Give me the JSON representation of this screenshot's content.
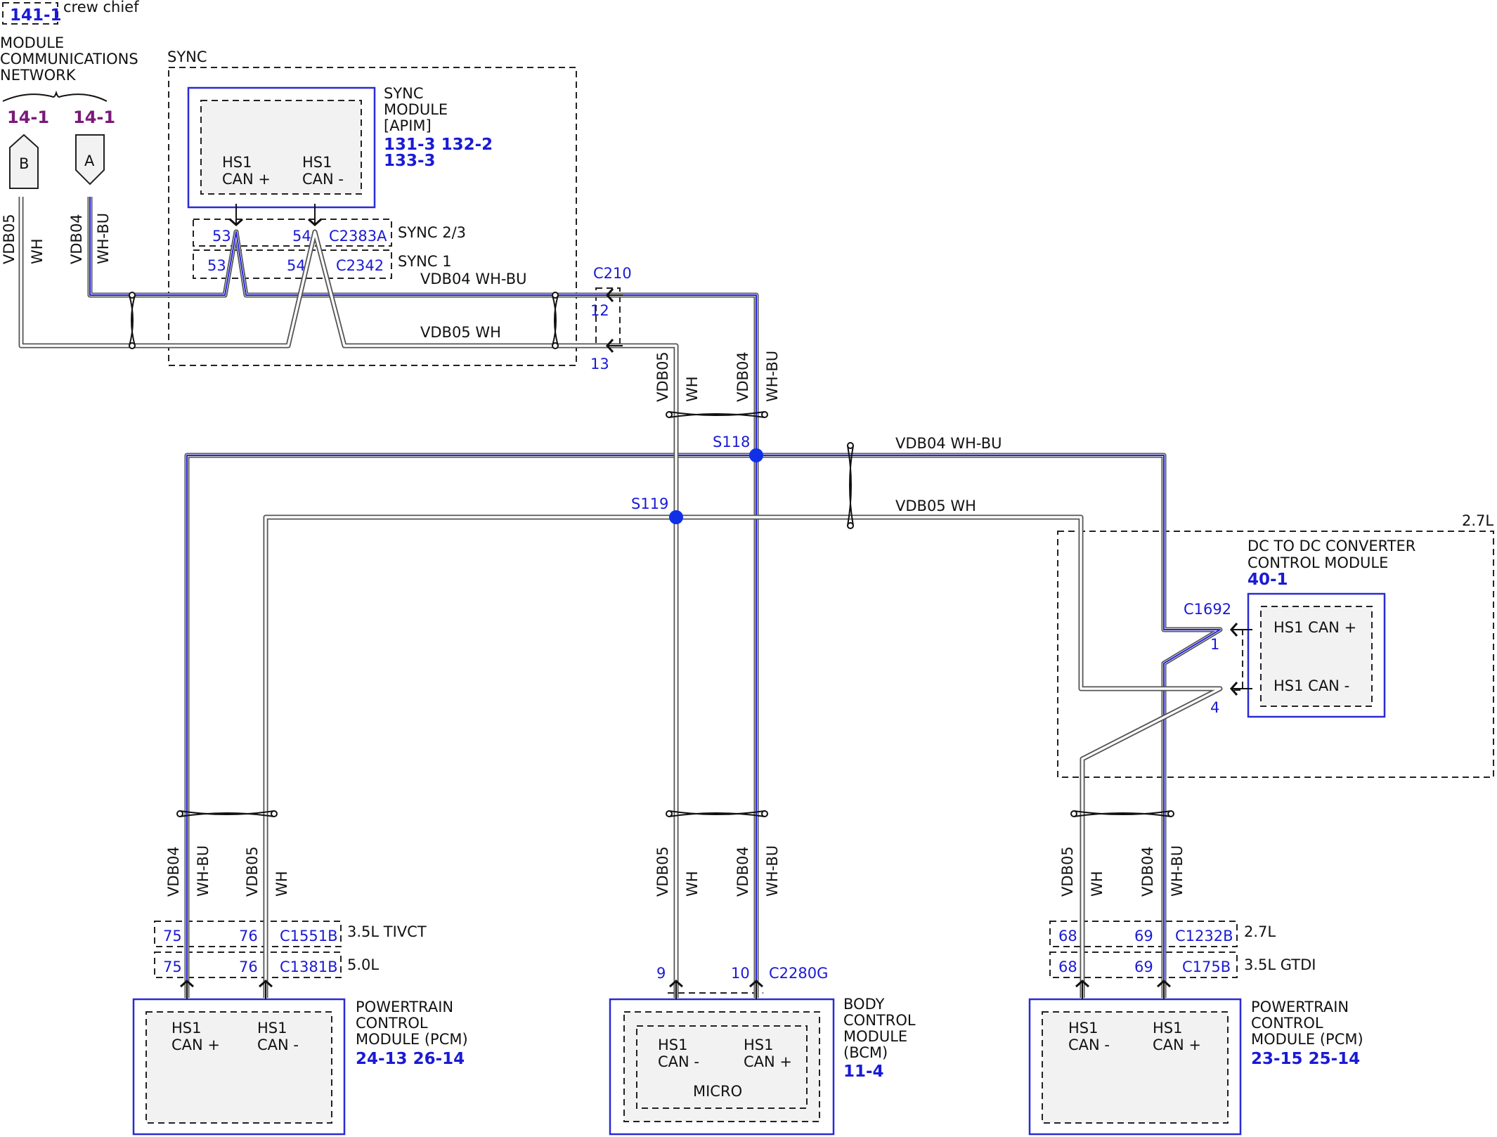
{
  "page_ref": {
    "code": "141-1",
    "note": "crew chief"
  },
  "network": {
    "line1": "MODULE",
    "line2": "COMMUNICATIONS",
    "line3": "NETWORK",
    "ref_b": "14-1",
    "ref_a": "14-1",
    "conn_b": "B",
    "conn_a": "A"
  },
  "wires": {
    "vdb04": "VDB04",
    "vdb05": "VDB05",
    "wh_bu": "WH-BU",
    "wh": "WH",
    "vdb04_whbu": "VDB04  WH-BU",
    "vdb05_wh": "VDB05  WH"
  },
  "sync": {
    "group": "SYNC",
    "module_l1": "SYNC",
    "module_l2": "MODULE",
    "module_l3": "[APIM]",
    "ref1": "131-3 132-2",
    "ref2": "133-3",
    "pin_hs1": "HS1",
    "pin_canp": "CAN +",
    "pin_canm": "CAN -",
    "conn1_p1": "53",
    "conn1_p2": "54",
    "conn1_id": "C2383A",
    "conn1_label": "SYNC 2/3",
    "conn2_p1": "53",
    "conn2_p2": "54",
    "conn2_id": "C2342",
    "conn2_label": "SYNC 1"
  },
  "c210": {
    "id": "C210",
    "pin1": "12",
    "pin2": "13"
  },
  "splices": {
    "s118": "S118",
    "s119": "S119"
  },
  "dcdc": {
    "engine": "2.7L",
    "l1": "DC TO DC CONVERTER",
    "l2": "CONTROL MODULE",
    "ref": "40-1",
    "conn": "C1692",
    "pin1": "1",
    "pin2": "4",
    "canp": "HS1 CAN +",
    "canm": "HS1 CAN -"
  },
  "pcm_left": {
    "c1_p1": "75",
    "c1_p2": "76",
    "c1_id": "C1551B",
    "c1_label": "3.5L TIVCT",
    "c2_p1": "75",
    "c2_p2": "76",
    "c2_id": "C1381B",
    "c2_label": "5.0L",
    "hs1": "HS1",
    "canp": "CAN +",
    "canm": "CAN -",
    "l1": "POWERTRAIN",
    "l2": "CONTROL",
    "l3": "MODULE (PCM)",
    "ref": "24-13 26-14"
  },
  "bcm": {
    "p1": "9",
    "p2": "10",
    "conn": "C2280G",
    "hs1": "HS1",
    "canm": "CAN -",
    "canp": "CAN +",
    "micro": "MICRO",
    "l1": "BODY",
    "l2": "CONTROL",
    "l3": "MODULE",
    "l4": "(BCM)",
    "ref": "11-4"
  },
  "pcm_right": {
    "c1_p1": "68",
    "c1_p2": "69",
    "c1_id": "C1232B",
    "c1_label": "2.7L",
    "c2_p1": "68",
    "c2_p2": "69",
    "c2_id": "C175B",
    "c2_label": "3.5L GTDI",
    "hs1": "HS1",
    "canm": "CAN -",
    "canp": "CAN +",
    "l1": "POWERTRAIN",
    "l2": "CONTROL",
    "l3": "MODULE (PCM)",
    "ref": "23-15 25-14"
  }
}
